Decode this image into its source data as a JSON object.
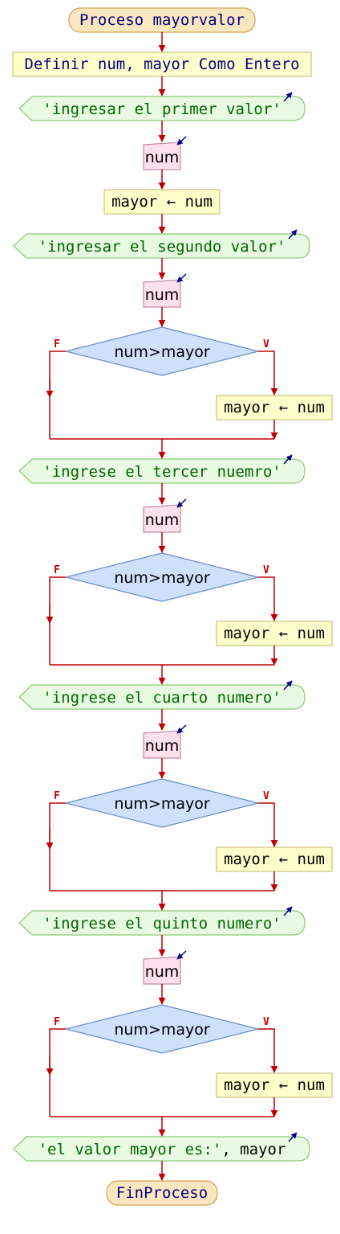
{
  "colors": {
    "arrow": "#c00000",
    "io_arrow": "#00008b",
    "terminal_fill": "#fbe7bf",
    "terminal_stroke": "#d4a353",
    "process_fill": "#ffffcc",
    "process_stroke": "#c8c080",
    "output_fill": "#e8fbe2",
    "output_stroke": "#8cc87a",
    "input_fill": "#fce0ec",
    "input_stroke": "#c48aa6",
    "decision_fill": "#cfe0fb",
    "decision_stroke": "#6a8cc7",
    "text_blue": "#000080",
    "text_green": "#006400",
    "text_black": "#000000"
  },
  "flow": {
    "start": "Proceso mayorvalor",
    "define": "Definir num, mayor Como Entero",
    "out1": "'ingresar el primer valor'",
    "in1": "num",
    "assign0": "mayor ← num",
    "out2": "'ingresar el segundo valor'",
    "in2": "num",
    "dec1": "num>mayor",
    "dec1_true": "mayor ← num",
    "out3": "'ingrese el tercer nuemro'",
    "in3": "num",
    "dec2": "num>mayor",
    "dec2_true": "mayor ← num",
    "out4": "'ingrese el cuarto numero'",
    "in4": "num",
    "dec3": "num>mayor",
    "dec3_true": "mayor ← num",
    "out5": "'ingrese el quinto numero'",
    "in5": "num",
    "dec4": "num>mayor",
    "dec4_true": "mayor ← num",
    "out_final_str": "'el valor mayor es:'",
    "out_final_rest": ", mayor",
    "end": "FinProceso",
    "false_label": "F",
    "true_label": "V"
  }
}
